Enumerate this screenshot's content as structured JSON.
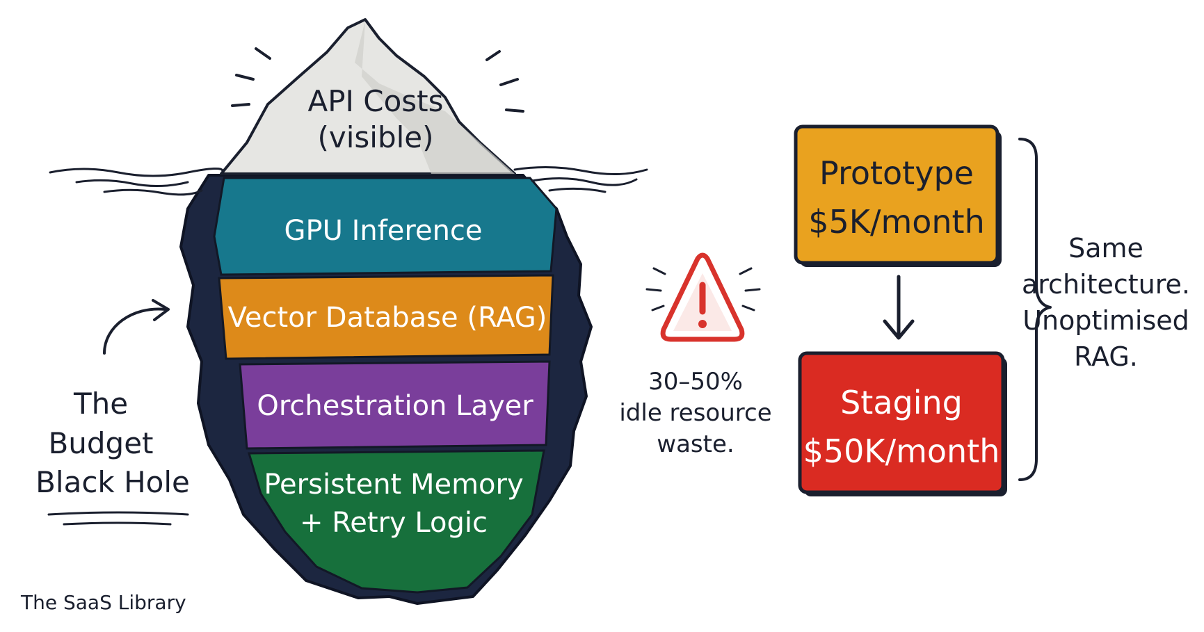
{
  "iceberg": {
    "tip_line1": "API Costs",
    "tip_line2": "(visible)",
    "layers": [
      {
        "line1": "GPU Inference",
        "line2": "",
        "color": "#17788d"
      },
      {
        "line1": "Vector Database (RAG)",
        "line2": "",
        "color": "#dd8a1a"
      },
      {
        "line1": "Orchestration Layer",
        "line2": "",
        "color": "#7a3e9b"
      },
      {
        "line1": "Persistent Memory",
        "line2": "+ Retry Logic",
        "color": "#17703c"
      }
    ]
  },
  "budget_label": {
    "line1": "The",
    "line2": "Budget",
    "line3": "Black Hole"
  },
  "warning": {
    "line1": "30–50%",
    "line2": "idle resource",
    "line3": "waste.",
    "color": "#d8332c"
  },
  "prototype_box": {
    "line1": "Prototype",
    "line2": "$5K/month",
    "color": "#e9a21f"
  },
  "staging_box": {
    "line1": "Staging",
    "line2": "$50K/month",
    "color": "#da2b22"
  },
  "brace_note": {
    "line1": "Same",
    "line2": "architecture.",
    "line3": "Unoptimised",
    "line4": "RAG."
  },
  "credit": "The SaaS Library"
}
